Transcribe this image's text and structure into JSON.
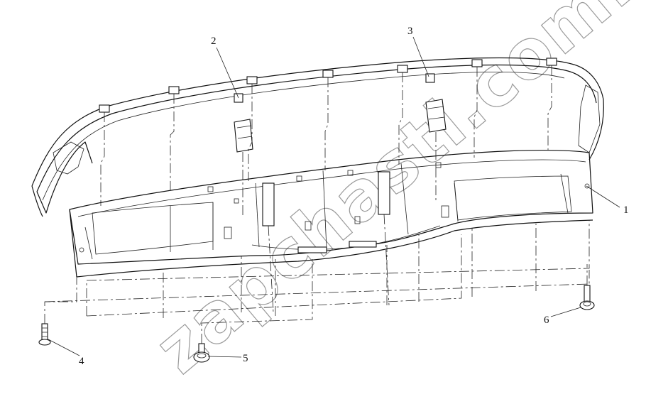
{
  "diagram": {
    "watermark": "zapchasti.com.ru",
    "callouts": [
      {
        "id": "1",
        "label": "1"
      },
      {
        "id": "2",
        "label": "2"
      },
      {
        "id": "3",
        "label": "3"
      },
      {
        "id": "4",
        "label": "4"
      },
      {
        "id": "5",
        "label": "5"
      },
      {
        "id": "6",
        "label": "6"
      }
    ]
  }
}
